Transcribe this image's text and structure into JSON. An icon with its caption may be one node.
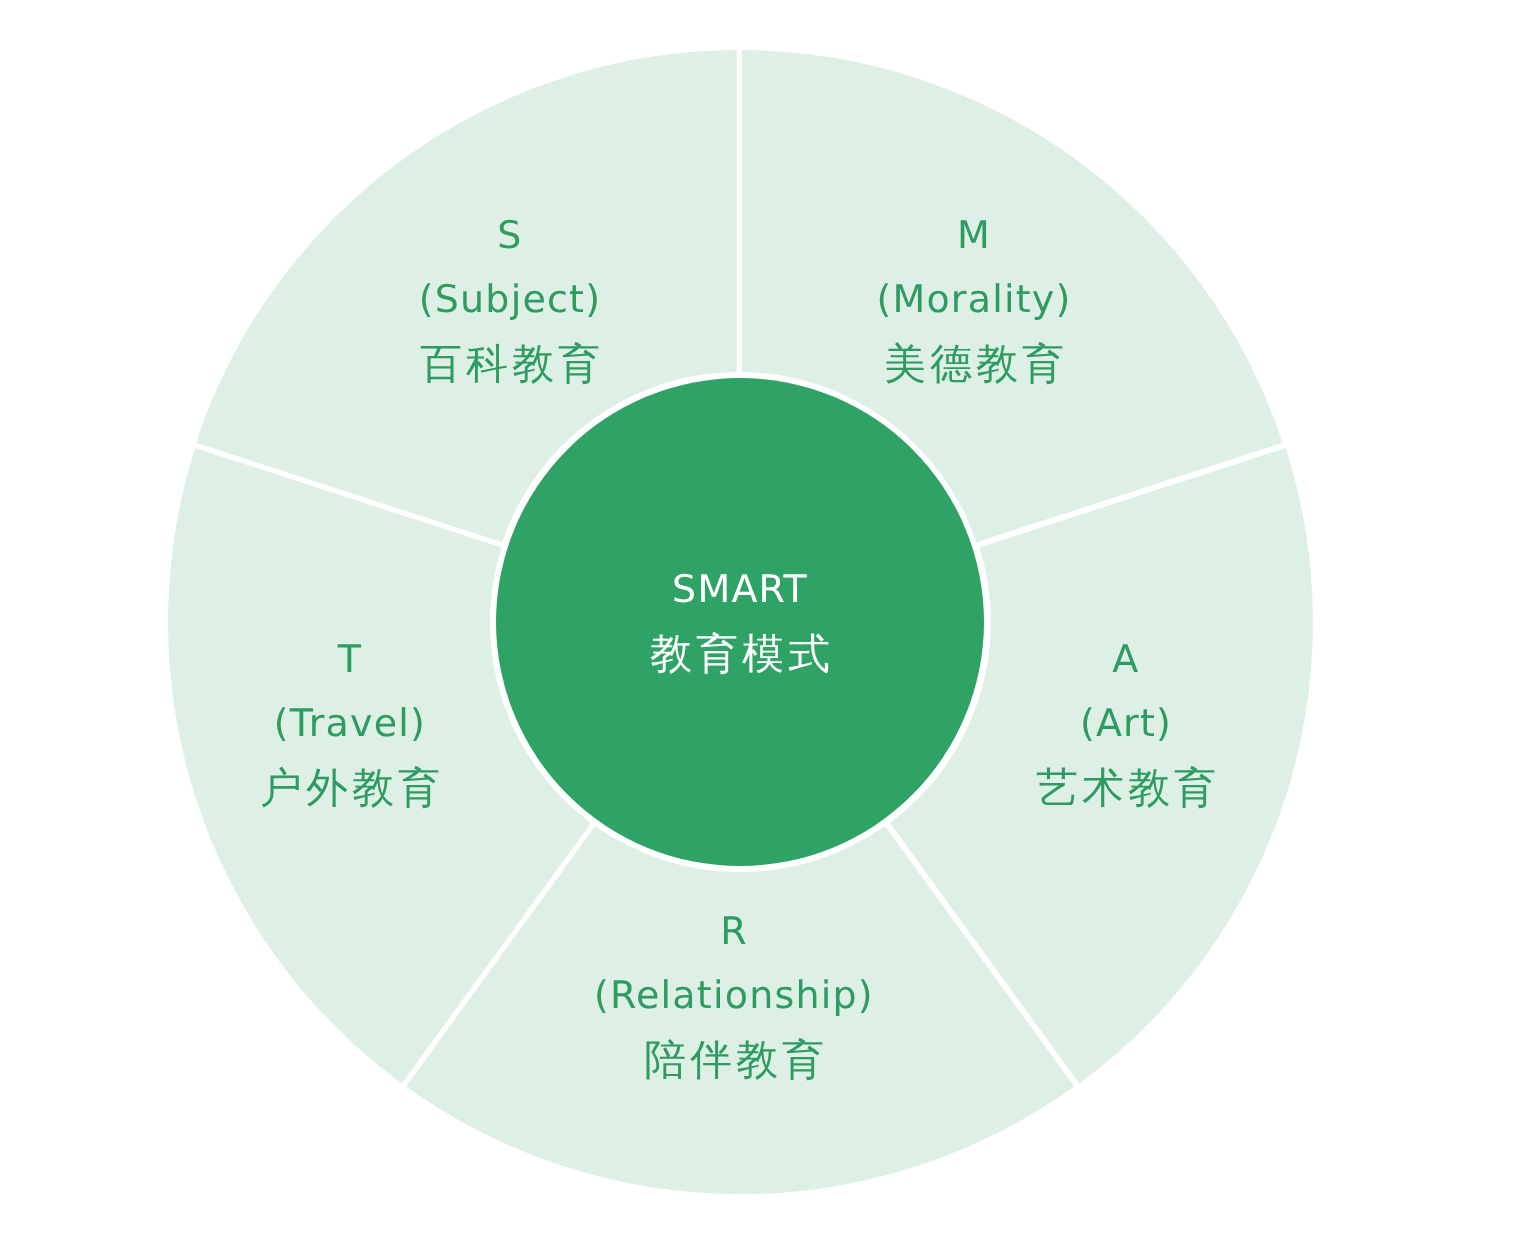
{
  "diagram": {
    "nodes": [
      {
        "text": [
          "S",
          "(Subject)",
          "百科教育"
        ]
      },
      {
        "text": [
          "M",
          "(Morality)",
          "美德教育"
        ]
      },
      {
        "text": [
          "SMART",
          "教育模式"
        ]
      },
      {
        "text": [
          "T",
          "(Travel)",
          "户外教育"
        ]
      },
      {
        "text": [
          "A",
          "(Art)",
          "艺术教育"
        ]
      },
      {
        "text": [
          "R",
          "(Relationship)",
          "陪伴教育"
        ]
      }
    ]
  }
}
